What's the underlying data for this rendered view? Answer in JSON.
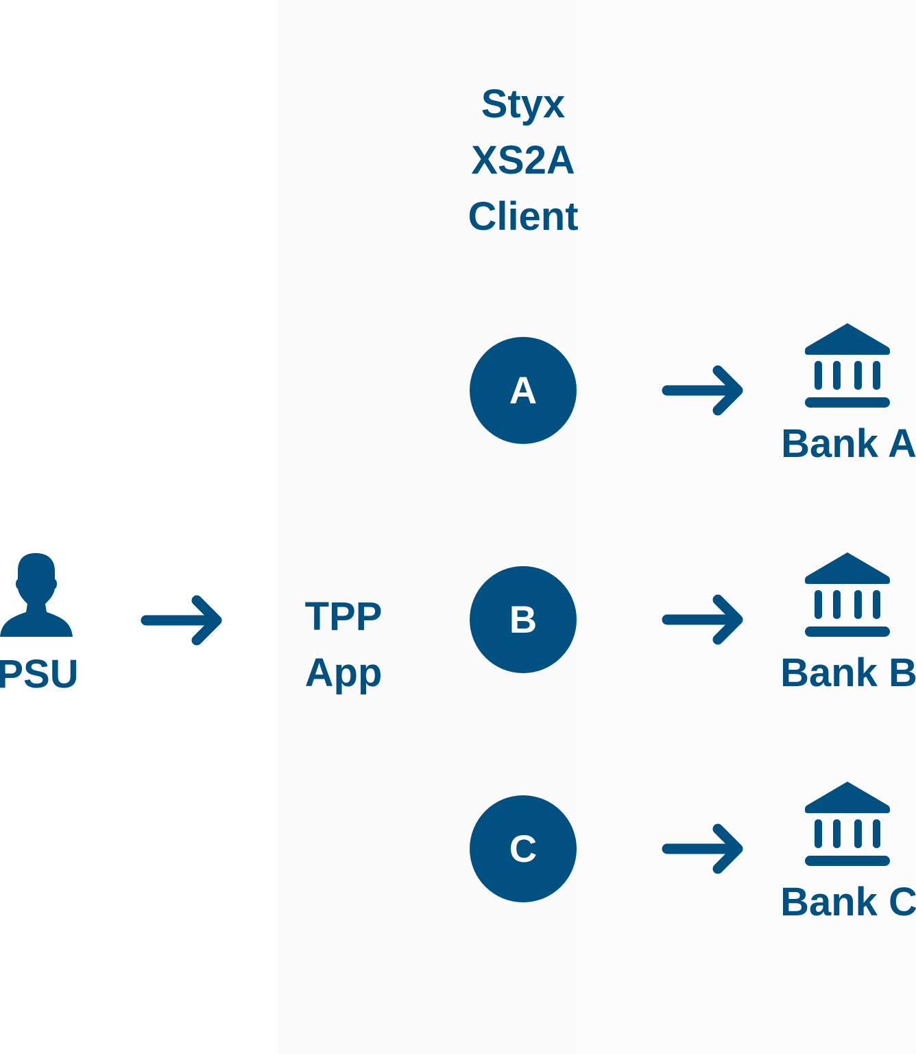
{
  "header": {
    "lines": [
      "Styx",
      "XS2A",
      "Client"
    ]
  },
  "psu": {
    "label": "PSU",
    "icon": "person-icon"
  },
  "tpp": {
    "lines": [
      "TPP",
      "App"
    ]
  },
  "connectors": [
    {
      "letter": "A"
    },
    {
      "letter": "B"
    },
    {
      "letter": "C"
    }
  ],
  "banks": [
    {
      "label": "Bank A",
      "icon": "bank-icon"
    },
    {
      "label": "Bank B",
      "icon": "bank-icon"
    },
    {
      "label": "Bank C",
      "icon": "bank-icon"
    }
  ],
  "colors": {
    "primary": "#005082",
    "background": "#ffffff"
  }
}
